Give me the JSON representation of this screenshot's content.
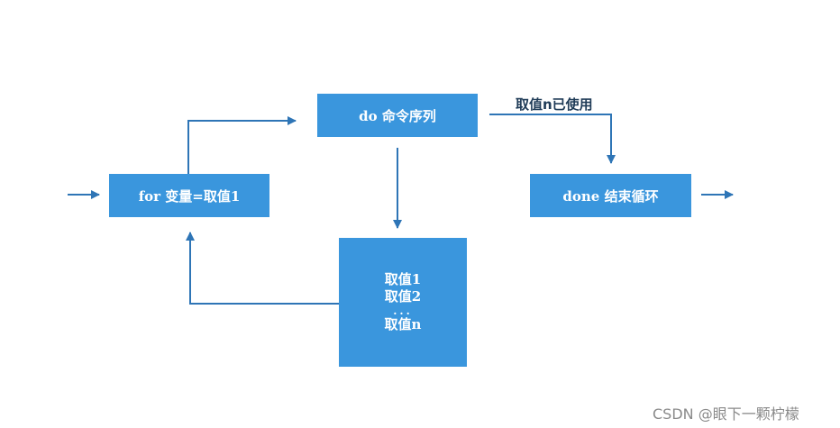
{
  "diagram": {
    "box_for": "for 变量=取值1",
    "box_do": "do 命令序列",
    "box_done": "done 结束循环",
    "box_values": {
      "line1": "取值1",
      "line2": "取值2",
      "dots": "...",
      "line3": "取值n"
    },
    "edge_label": "取值n已使用",
    "colors": {
      "box": "#3a96dd",
      "arrow": "#2e75b6",
      "box_text": "#ffffff"
    }
  },
  "watermark": "CSDN @眼下一颗柠檬"
}
